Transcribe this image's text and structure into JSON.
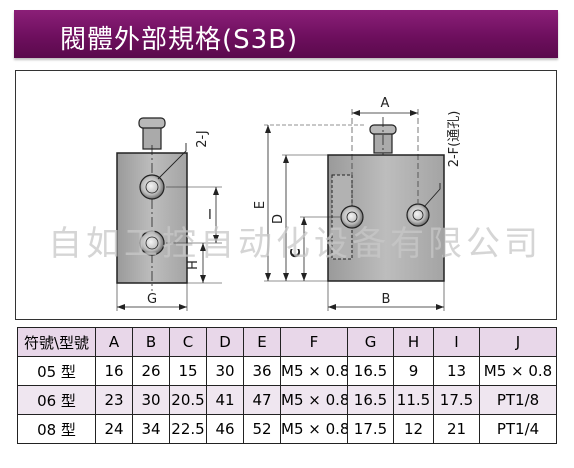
{
  "title": "閥體外部規格(S3B)",
  "watermark": "自如工控自动化设备有限公司",
  "drawing": {
    "left_view": {
      "label_2j": "2-J",
      "label_g": "G",
      "label_h": "H",
      "label_i": "I"
    },
    "right_view": {
      "label_a": "A",
      "label_b": "B",
      "label_c": "C",
      "label_d": "D",
      "label_e": "E",
      "label_2f": "2-F(通孔)"
    }
  },
  "table": {
    "headers": [
      "符號\\型號",
      "A",
      "B",
      "C",
      "D",
      "E",
      "F",
      "G",
      "H",
      "I",
      "J"
    ],
    "rows": [
      [
        "05 型",
        "16",
        "26",
        "15",
        "30",
        "36",
        "M5 × 0.8",
        "16.5",
        "9",
        "13",
        "M5 × 0.8"
      ],
      [
        "06 型",
        "23",
        "30",
        "20.5",
        "41",
        "47",
        "M5 × 0.8",
        "16.5",
        "11.5",
        "17.5",
        "PT1/8"
      ],
      [
        "08 型",
        "24",
        "34",
        "22.5",
        "46",
        "52",
        "M5 × 0.8",
        "17.5",
        "12",
        "21",
        "PT1/4"
      ]
    ]
  }
}
